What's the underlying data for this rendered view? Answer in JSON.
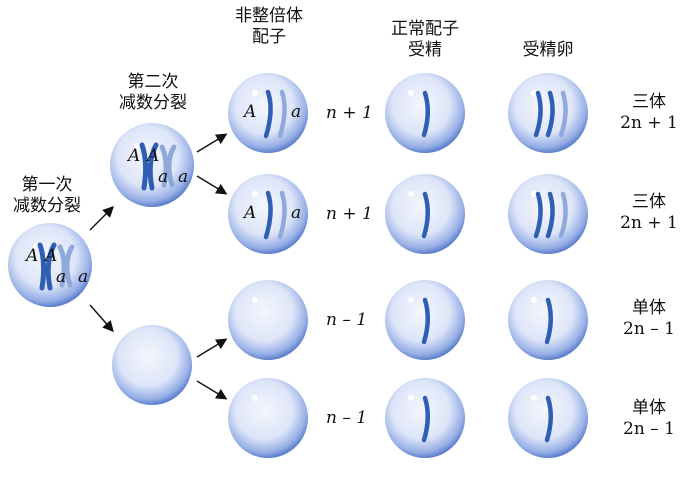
{
  "headers": {
    "meiosis1": [
      "第一次",
      "减数分裂"
    ],
    "meiosis2": [
      "第二次",
      "减数分裂"
    ],
    "aneuploid": [
      "非整倍体",
      "配子"
    ],
    "normal": [
      "正常配子",
      "受精"
    ],
    "zygote": "受精卵"
  },
  "allele_labels": {
    "upper": "A",
    "lower": "a"
  },
  "rows": [
    {
      "gamete": "n + 1",
      "result_name": "三体",
      "result_formula": "2n + 1"
    },
    {
      "gamete": "n + 1",
      "result_name": "三体",
      "result_formula": "2n + 1"
    },
    {
      "gamete": "n – 1",
      "result_name": "单体",
      "result_formula": "2n – 1"
    },
    {
      "gamete": "n – 1",
      "result_name": "单体",
      "result_formula": "2n – 1"
    }
  ],
  "colors": {
    "cell_outer": "#6f8fd9",
    "cell_inner": "#eef2fc",
    "chromosome_dark": "#2f5fb5",
    "chromosome_light": "#8fa9da"
  }
}
